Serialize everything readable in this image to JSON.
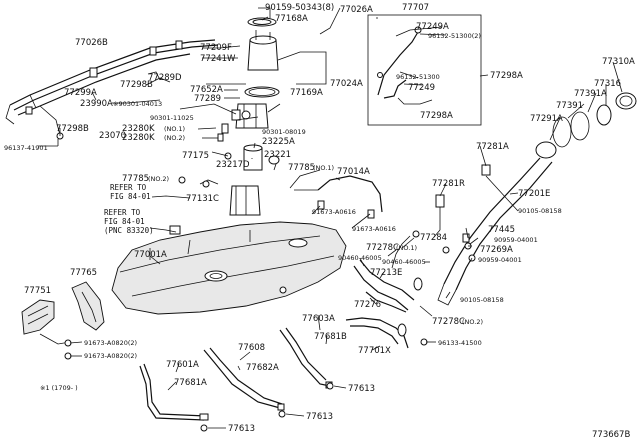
{
  "diagram_id": "773667B",
  "footnote": "※1 (1709-    )",
  "refer_notes": [
    {
      "line1": "REFER TO",
      "line2": "FIG 84-01"
    },
    {
      "line1": "REFER TO",
      "line2": "FIG 84-01",
      "line3": "(PNC 83320)"
    }
  ],
  "labels": {
    "l_90159_50343": "90159-50343(8)",
    "l_77168A": "77168A",
    "l_77026A": "77026A",
    "l_77707": "77707",
    "l_77249A": "77249A",
    "l_96132_51300_2": "96132-51300(2)",
    "l_77026B": "77026B",
    "l_77209F": "77209F",
    "l_77241W": "77241W",
    "l_77298B_top": "77298B",
    "l_77289D": "77289D",
    "l_77024A": "77024A",
    "l_96132_51300": "96132-51300",
    "l_77249": "77249",
    "l_77298A_top": "77298A",
    "l_77310A": "77310A",
    "l_77316": "77316",
    "l_77299A": "77299A",
    "l_23990A": "23990A",
    "l_90301_04013": "※90301-04013",
    "l_77169A": "77169A",
    "l_77652A": "77652A",
    "l_77289": "77289",
    "l_77391A": "77391A",
    "l_77391": "77391",
    "l_77298A_mid": "77298A",
    "l_77291A": "77291A",
    "l_90301_11025": "90301-11025",
    "l_23280K_1": "23280K",
    "l_23280K_2": "23280K",
    "l_no1_a": "(NO.1)",
    "l_no2_a": "(NO.2)",
    "l_90301_08019": "90301-08019",
    "l_23070": "23070",
    "l_23225A": "23225A",
    "l_77298B_left": "77298B",
    "l_96137_41901": "96137-41901",
    "l_77175": "77175",
    "l_23221": "23221",
    "l_77281A": "77281A",
    "l_23217D": "23217D",
    "l_77785_1": "77785",
    "l_no1_b": "(NO.1)",
    "l_77014A": "77014A",
    "l_77785_2": "77785",
    "l_no2_b": "(NO.2)",
    "l_77281R": "77281R",
    "l_77201E": "77201E",
    "l_77131C": "77131C",
    "l_91673_A0616_a": "91673-A0616",
    "l_90105_08158_a": "90105-08158",
    "l_91673_A0616_b": "91673-A0616",
    "l_77445": "77445",
    "l_77284": "77284",
    "l_90959_04001_a": "90959-04001",
    "l_77278C_1": "77278C",
    "l_no1_c": "(NO.1)",
    "l_77269A": "77269A",
    "l_77001A": "77001A",
    "l_90460_46005_a": "90460-46005",
    "l_90460_46005_b": "90460-46005",
    "l_90959_04001_b": "90959-04001",
    "l_77213E": "77213E",
    "l_77765": "77765",
    "l_77751": "77751",
    "l_77276": "77276",
    "l_90105_08158_b": "90105-08158",
    "l_77603A": "77603A",
    "l_77278C_2": "77278C",
    "l_no2_c": "(NO.2)",
    "l_77681B": "77681B",
    "l_91673_A0820_2a": "91673-A0820(2)",
    "l_96133_41500": "96133-41500",
    "l_77701X": "77701X",
    "l_91673_A0820_2b": "91673-A0820(2)",
    "l_77608": "77608",
    "l_77601A": "77601A",
    "l_77682A": "77682A",
    "l_77613_a": "77613",
    "l_77681A": "77681A",
    "l_77613_b": "77613",
    "l_77613_c": "77613"
  }
}
